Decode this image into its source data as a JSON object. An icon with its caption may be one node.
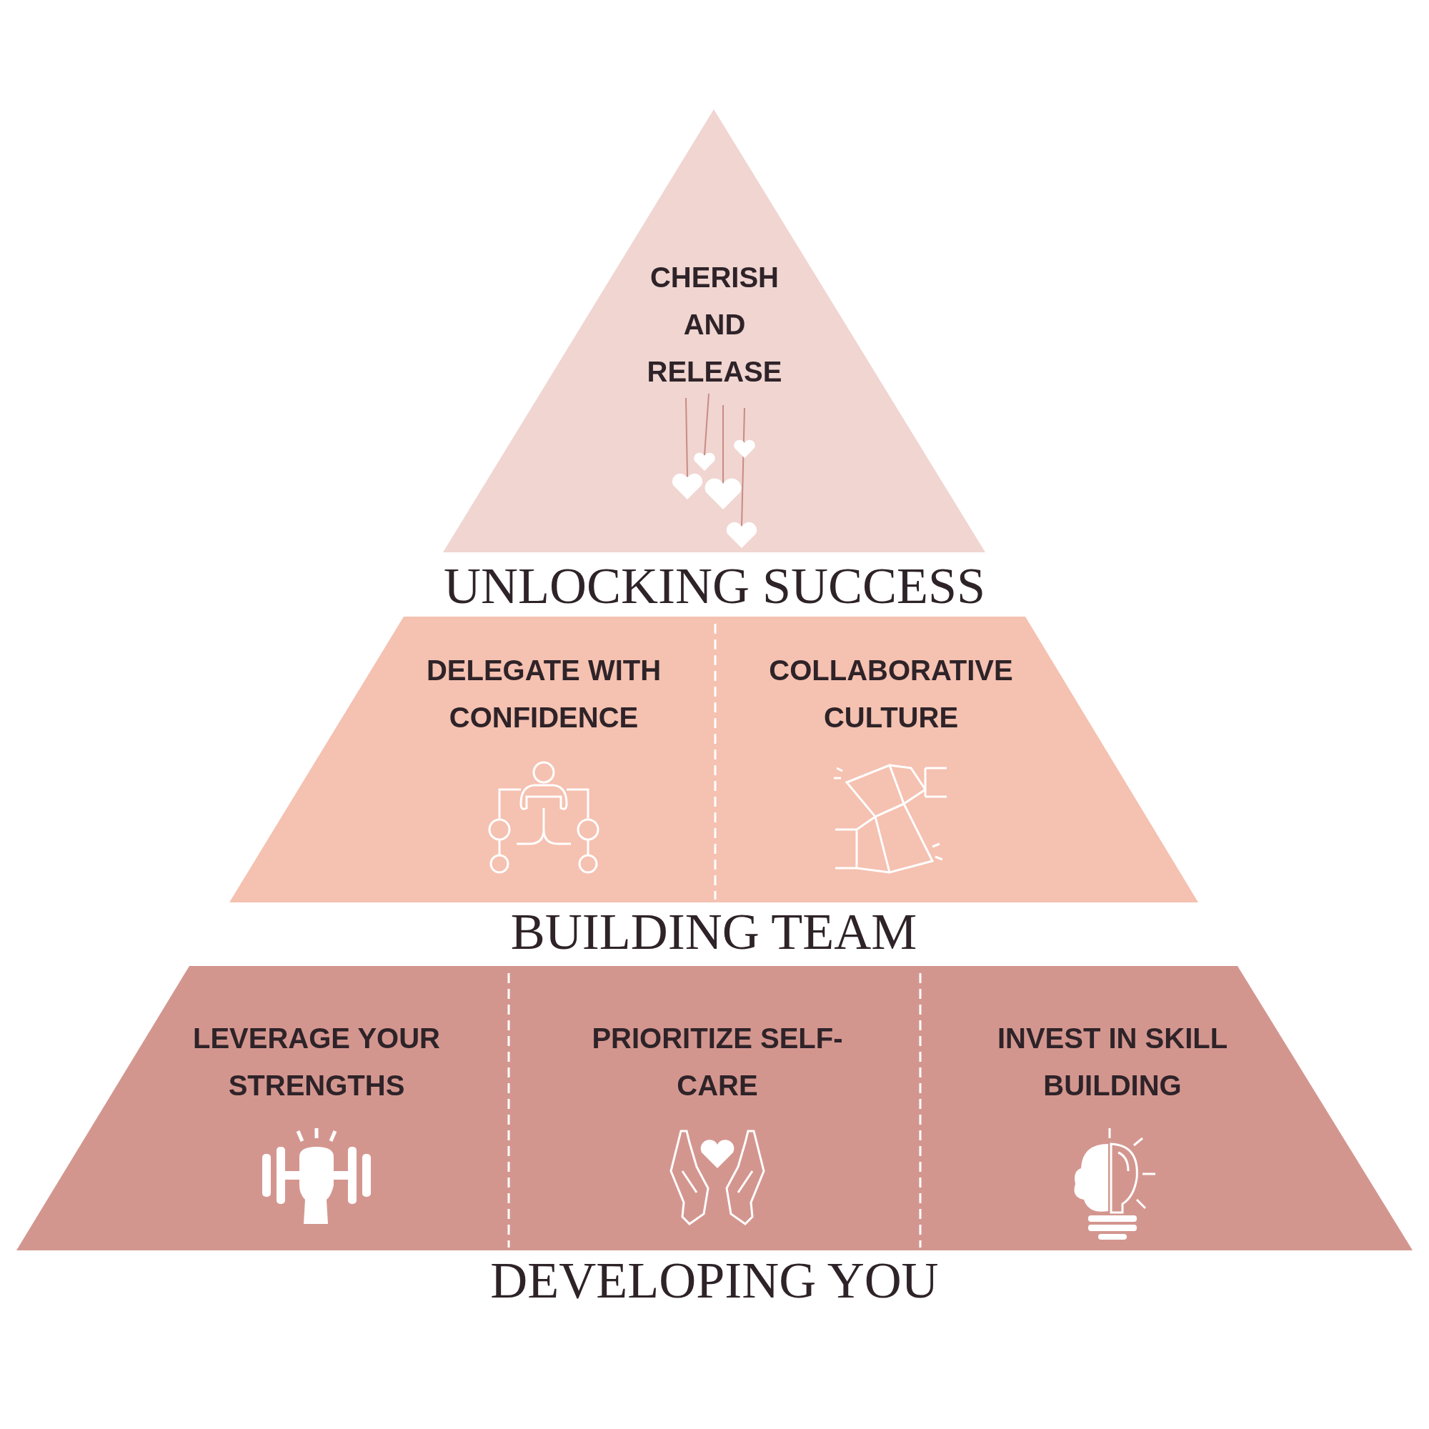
{
  "diagram": {
    "nodes": [
      {
        "text": [
          "UNLOCKING SUCCESS"
        ]
      },
      {
        "text": [
          "CHERISH AND RELEASE"
        ],
        "in": 0
      },
      {
        "text": [
          "BUILDING TEAM"
        ]
      },
      {
        "text": [
          "DELEGATE WITH CONFIDENCE"
        ],
        "in": 2
      },
      {
        "text": [
          "COLLABORATIVE CULTURE"
        ],
        "in": 2
      },
      {
        "text": [
          "DEVELOPING YOU"
        ]
      },
      {
        "text": [
          "LEVERAGE YOUR STRENGTHS"
        ],
        "in": 5
      },
      {
        "text": [
          "PRIORITIZE SELF-CARE"
        ],
        "in": 5
      },
      {
        "text": [
          "INVEST IN SKILL BUILDING"
        ],
        "in": 5
      }
    ]
  }
}
